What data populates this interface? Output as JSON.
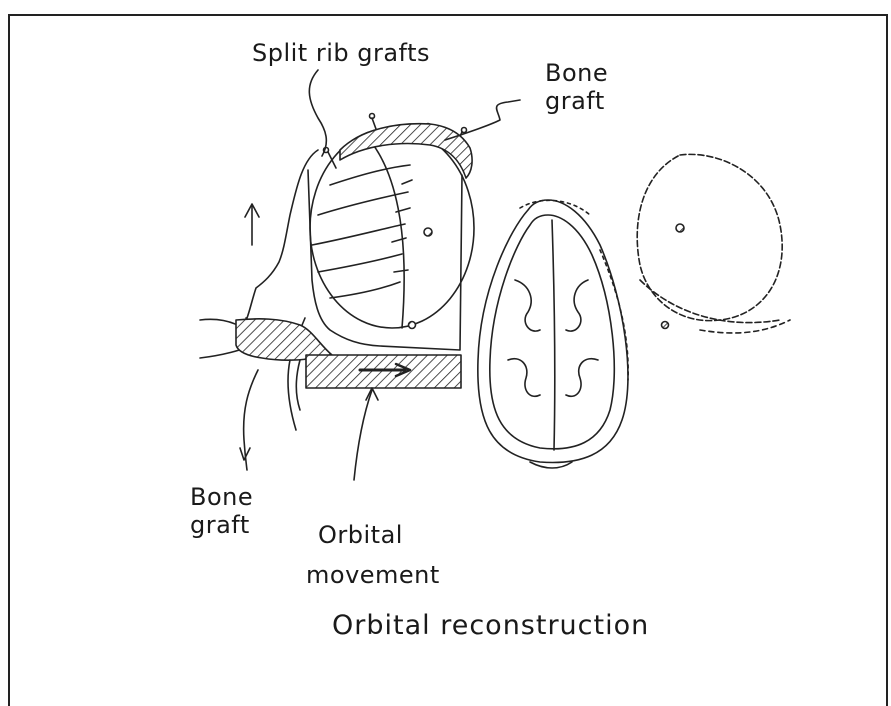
{
  "labels": {
    "split_rib_grafts": "Split rib grafts",
    "bone_graft_upper_line1": "Bone",
    "bone_graft_upper_line2": "graft",
    "bone_graft_lower_line1": "Bone",
    "bone_graft_lower_line2": "graft",
    "orbital_movement_line1": "Orbital",
    "orbital_movement_line2": "movement",
    "caption": "Orbital reconstruction"
  },
  "colors": {
    "ink": "#1a1a1a",
    "paper": "#ffffff"
  }
}
